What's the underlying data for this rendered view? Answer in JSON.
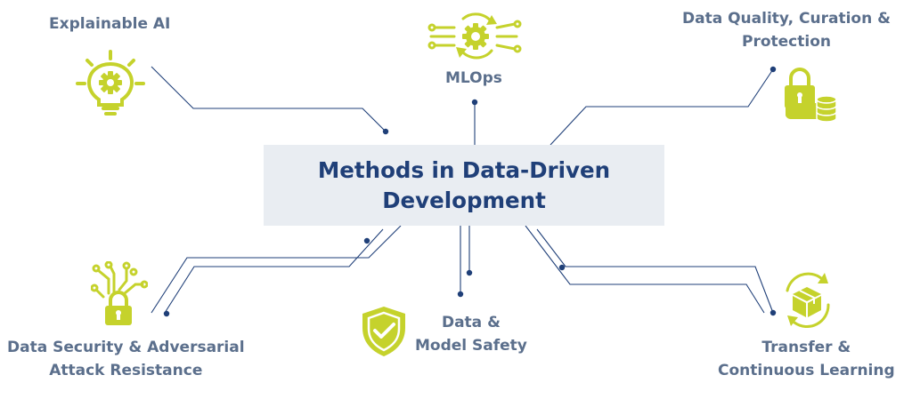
{
  "center": {
    "line1": "Methods in Data-Driven",
    "line2": "Development"
  },
  "topics": {
    "explainable_ai": {
      "line1": "Explainable AI",
      "icon": "lightbulb-gear-icon"
    },
    "mlops": {
      "line1": "MLOps",
      "icon": "gear-cycle-icon"
    },
    "data_quality": {
      "line1": "Data Quality, Curation &",
      "line2": "Protection",
      "icon": "lock-database-icon"
    },
    "data_security": {
      "line1": "Data Security & Adversarial",
      "line2": "Attack Resistance",
      "icon": "circuit-lock-icon"
    },
    "model_safety": {
      "line1": "Data &",
      "line2": "Model Safety",
      "icon": "shield-check-icon"
    },
    "transfer_learning": {
      "line1": "Transfer &",
      "line2": "Continuous Learning",
      "icon": "box-cycle-icon"
    }
  },
  "colors": {
    "accent": "#c5d22c",
    "title": "#1f3f78",
    "label": "#5b6f8c",
    "line": "#1f3f78",
    "box": "#e9edf2"
  }
}
